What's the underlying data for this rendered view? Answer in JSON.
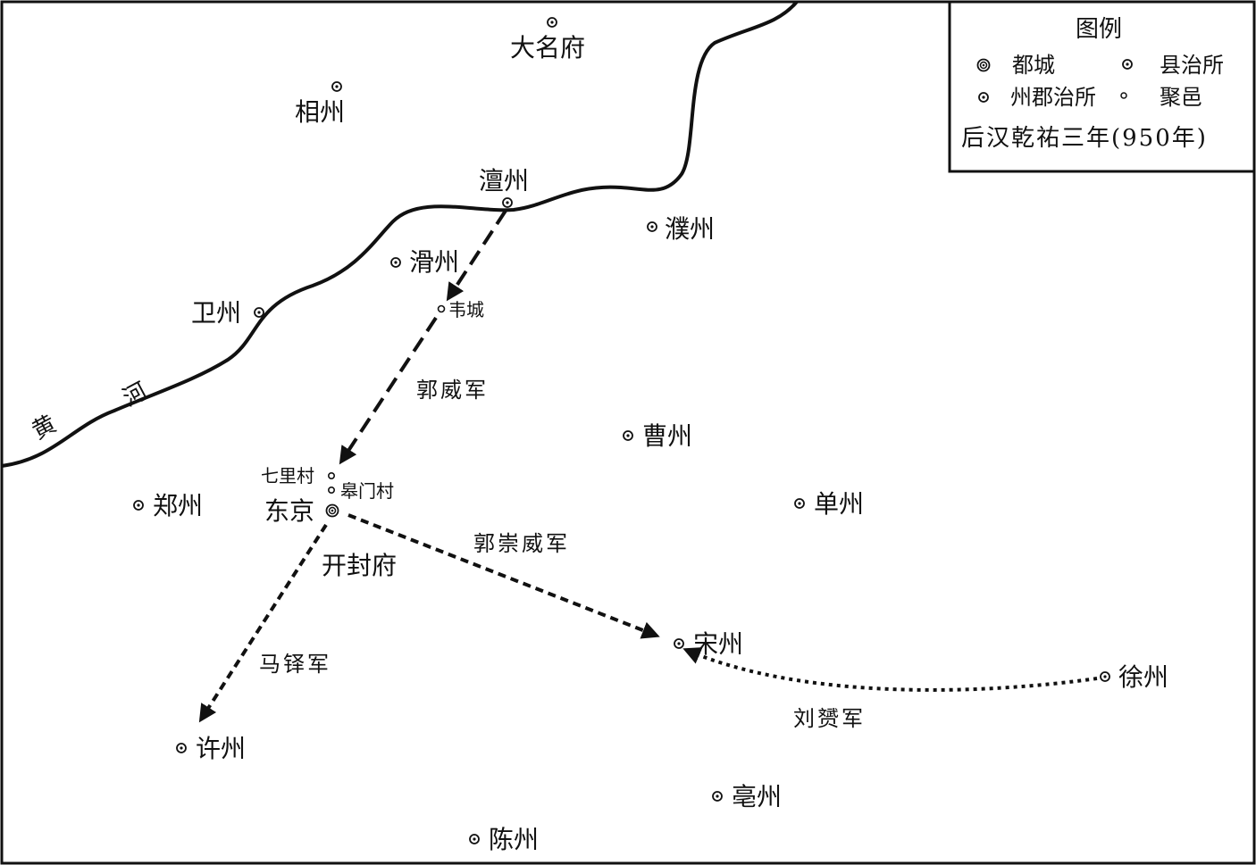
{
  "legend": {
    "title": "图例",
    "items": [
      {
        "symbol": "capital",
        "label": "都城"
      },
      {
        "symbol": "county",
        "label": "县治所"
      },
      {
        "symbol": "prefecture",
        "label": "州郡治所"
      },
      {
        "symbol": "village",
        "label": "聚邑"
      }
    ],
    "caption": "后汉乾祐三年(950年)"
  },
  "river": {
    "name_1": "黄",
    "name_2": "河"
  },
  "places": {
    "daming": "大名府",
    "xiang": "相州",
    "shan": "澶州",
    "pu": "濮州",
    "hua": "滑州",
    "wei": "卫州",
    "weicheng": "韦城",
    "cao": "曹州",
    "zheng": "郑州",
    "qilicun": "七里村",
    "gaomencun": "皋门村",
    "dongjing": "东京",
    "kaifeng": "开封府",
    "shanzhou": "单州",
    "song": "宋州",
    "xu": "徐州",
    "xuzhou": "许州",
    "bo": "亳州",
    "chen": "陈州"
  },
  "armies": {
    "guowei": "郭威军",
    "guochongwei": "郭崇威军",
    "mayi": "马铎军",
    "liuyun": "刘赟军"
  },
  "colors": {
    "ink": "#111111",
    "background": "#ffffff"
  }
}
